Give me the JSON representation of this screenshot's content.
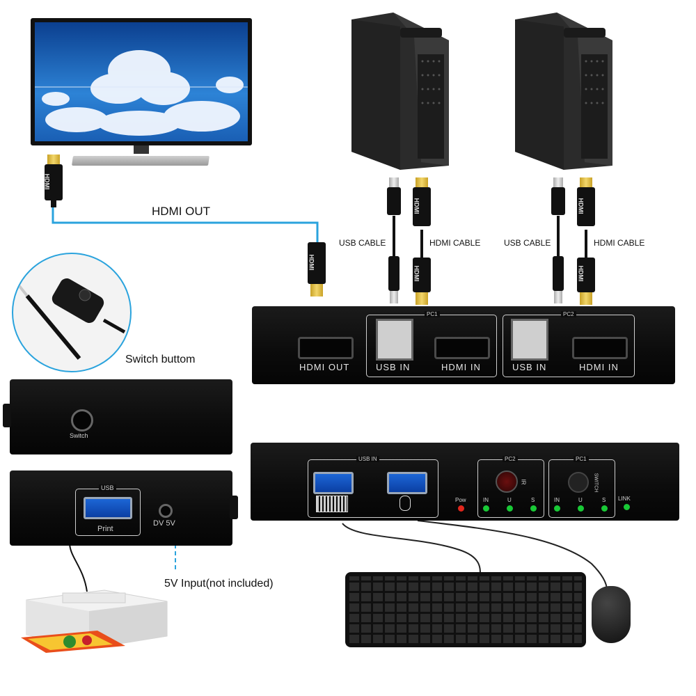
{
  "labels": {
    "hdmi_out": "HDMI OUT",
    "usb_cable_1": "USB CABLE",
    "hdmi_cable_1": "HDMI CABLE",
    "usb_cable_2": "USB CABLE",
    "hdmi_cable_2": "HDMI CABLE",
    "switch_buttom": "Switch buttom",
    "input_5v": "5V Input(not included)"
  },
  "cable_text": "HDMI",
  "back_panel": {
    "pc1": "PC1",
    "pc2": "PC2",
    "hdmi_out": "HDMI OUT",
    "usb_in_1": "USB IN",
    "hdmi_in_1": "HDMI IN",
    "usb_in_2": "USB IN",
    "hdmi_in_2": "HDMI IN"
  },
  "side_switch": {
    "label": "Switch"
  },
  "side_usb": {
    "usb": "USB",
    "print": "Print",
    "dc": "DV 5V"
  },
  "front_panel": {
    "usb_in": "USB IN",
    "pc2": "PC2",
    "pc1": "PC1",
    "pow": "Pow",
    "ir": "IR",
    "switch": "SWITCH",
    "link": "LINK",
    "pc2_leds": [
      "IN",
      "U",
      "S"
    ],
    "pc1_leds": [
      "IN",
      "U",
      "S"
    ]
  },
  "colors": {
    "cable_line": "#2aa3dd",
    "dashed_line": "#2aa3dd",
    "usb_blue": "#1c66d6",
    "led_green": "#19c936",
    "led_red": "#e0261c"
  }
}
